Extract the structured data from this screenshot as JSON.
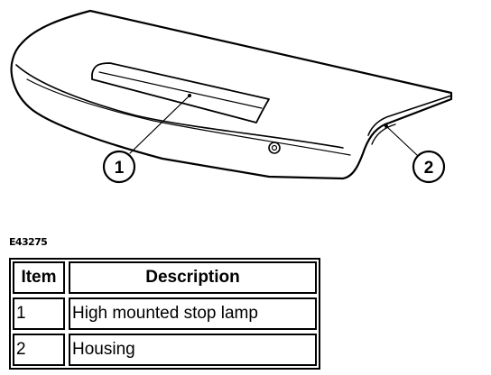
{
  "figure": {
    "callouts": [
      {
        "number": "1"
      },
      {
        "number": "2"
      }
    ],
    "reference_code": "E43275"
  },
  "table": {
    "header": {
      "item": "Item",
      "description": "Description"
    },
    "rows": [
      {
        "item": "1",
        "description": "High mounted stop lamp"
      },
      {
        "item": "2",
        "description": "Housing"
      }
    ]
  }
}
